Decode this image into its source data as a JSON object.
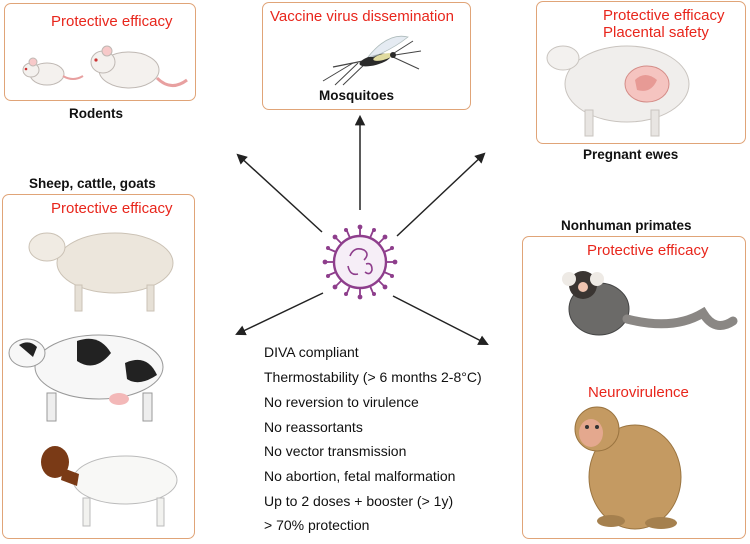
{
  "panels": {
    "rodents": {
      "label": "Rodents",
      "tags": [
        "Protective efficacy"
      ],
      "icon": "mouse-rat-icon"
    },
    "mosquitoes": {
      "label": "Mosquitoes",
      "tags": [
        "Vaccine virus dissemination"
      ],
      "icon": "mosquito-icon"
    },
    "ewes": {
      "label": "Pregnant ewes",
      "tags": [
        "Protective efficacy",
        "Placental safety"
      ],
      "icon": "pregnant-sheep-icon"
    },
    "ruminants": {
      "label": "Sheep, cattle, goats",
      "tags": [
        "Protective efficacy"
      ],
      "icons": [
        "sheep-icon",
        "cow-icon",
        "goat-icon"
      ]
    },
    "primates": {
      "label": "Nonhuman primates",
      "tags": [
        "Protective efficacy",
        "Neurovirulence"
      ],
      "icons": [
        "marmoset-icon",
        "macaque-icon"
      ]
    }
  },
  "center": {
    "icon": "virus-icon"
  },
  "features": [
    "DIVA compliant",
    "Thermostability (> 6 months 2-8°C)",
    "No reversion to virulence",
    "No reassortants",
    "No vector transmission",
    "No abortion, fetal malformation",
    "Up to 2 doses + booster (> 1y)",
    "> 70% protection"
  ],
  "colors": {
    "box_border": "#e0a478",
    "tag_text": "#e8261c",
    "virus": "#8e3e8c"
  }
}
